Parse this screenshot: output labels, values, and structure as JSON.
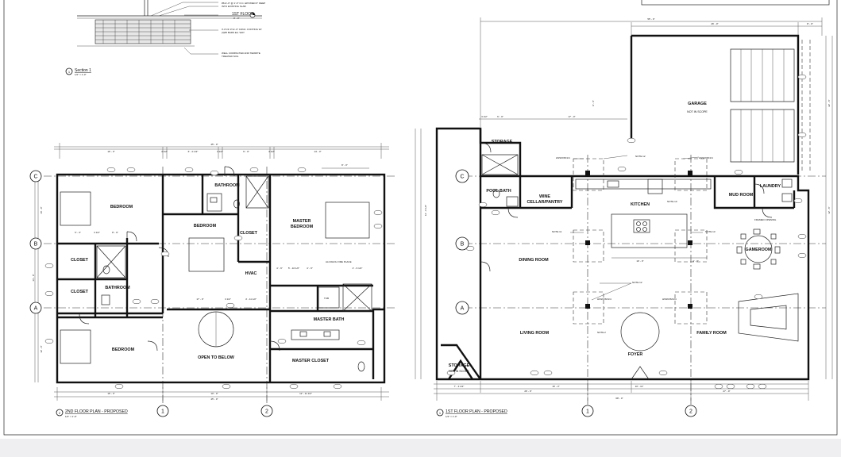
{
  "section": {
    "notes": [
      "#5x1'-0\" @ 1'-0\" O.C. EPOXIED 6\" DEEP",
      "INTO EXISTING SLAB",
      "1ST FLOOR",
      "0' - 0\"",
      "3'-0\"x3'-0\"x1'-0\" CONC. FOOTING W/",
      "(3)#5 BARS EA. WAY",
      "WELL COMPACTED AND TERMITE",
      "TREATED SOIL"
    ],
    "caption": "Section 1",
    "scale": "1/2\" = 1'-0\"",
    "number": "1"
  },
  "plan2": {
    "title": "2ND FLOOR PLAN - PROPOSED",
    "scale": "1/4\" = 1'-0\"",
    "number": "2",
    "rooms": {
      "bedroom_a": "BEDROOM",
      "bathroom_top": "BATHROOM",
      "bedroom_mid": "BEDROOM",
      "closet_mid": "CLOSET",
      "master_bedroom_1": "MASTER",
      "master_bedroom_2": "BEDROOM",
      "closet_left1": "CLOSET",
      "closet_left2": "CLOSET",
      "bathroom_left": "BATHROOM",
      "hvac": "HVAC",
      "master_bath": "MASTER BATH",
      "bedroom_b": "BEDROOM",
      "open_below": "OPEN TO BELOW",
      "master_closet": "MASTER CLOSET",
      "fireplace_note": "ALCOHOL FIRE PLACE",
      "tub": "TUB"
    },
    "grid_rows": [
      "C",
      "B",
      "A"
    ],
    "grid_cols": [
      "1",
      "2"
    ],
    "dims": {
      "overall": "45' - 0\"",
      "top_1": "16' - 3\"",
      "top_2": "3 1/2\"",
      "top_3": "6' - 0 1/2\"",
      "top_4": "3 1/2\"",
      "top_5": "9' - 0\"",
      "top_6": "3 1/2\"",
      "top_7": "14' - 3\"",
      "mid": "8' - 0\"",
      "row1": "5' - 3\"",
      "row2": "3 1/2\"",
      "row3": "8' - 9\"",
      "hall": "17' - 0\"",
      "hall2": "3 1/2\"",
      "hall3": "4' - 11 1/2\"",
      "fp1": "4' - 6\"",
      "fp2": "5' - 10 1/2\"",
      "fp3": "4' - 6\"",
      "fp4": "4' - 6 1/2\"",
      "bot_1": "16' - 3\"",
      "bot_2": "10' - 0\"",
      "bot_3": "12' - 11 1/2\"",
      "bot_overall": "45' - 0\"",
      "left_1": "16' - 0\"",
      "left_2": "14' - 0\"",
      "left_3": "12' - 0\""
    }
  },
  "plan1": {
    "title": "1ST FLOOR PLAN - PROPOSED",
    "scale": "1/4\" = 1'-0\"",
    "number": "1",
    "rooms": {
      "garage": "GARAGE",
      "garage_note": "NOT IN SCOPE",
      "storage_top": "STORAGE",
      "pool_bath": "POOL BATH",
      "wine": "WINE",
      "wine2": "CELLAR/PANTRY",
      "kitchen": "KITCHEN",
      "mud_room": "MUD ROOM",
      "laundry": "LAUNDRY",
      "dining": "DINING ROOM",
      "gameroom": "GAMEROOM",
      "living": "LIVING ROOM",
      "foyer": "FOYER",
      "family": "FAMILY ROOM",
      "storage_bot": "STORAGE",
      "storage_note": "NOT IN SCOPE",
      "framed_opening": "FRAMED OPENING"
    },
    "notes": [
      "NOTE 12",
      "NOTE 10",
      "NOTE 11",
      "NOTE 13",
      "NOTE 12",
      "NOTE 2",
      "HSS6X6X1/4",
      "HSS6X6X1/4",
      "HSS6X6X1/4",
      "HSS6X6X1/4"
    ],
    "grid_rows": [
      "C",
      "B",
      "A"
    ],
    "grid_cols": [
      "1",
      "2"
    ],
    "dims": {
      "top_overall": "55' - 0\"",
      "top_garage": "26' - 0\"",
      "top_right": "8' - 0\"",
      "left_block": "6' - 0\"",
      "left_block2": "3 1/2\"",
      "left_3": "17' - 0\"",
      "bot_1": "7' - 3 1/2\"",
      "bot_2": "26' - 0\"",
      "bot_3": "16' - 3\"",
      "bot_4": "10' - 11\"",
      "bot_5": "27' - 9\"",
      "bot_overall": "68' - 0\"",
      "kitchen_w": "10' - 0\"",
      "kitchen_w2": "4' - 0\"",
      "right_1": "22' - 6\"",
      "right_2": "12' - 6\"",
      "left_v1": "12' - 0 1/2\"",
      "left_v2": "9' - 6\""
    }
  }
}
